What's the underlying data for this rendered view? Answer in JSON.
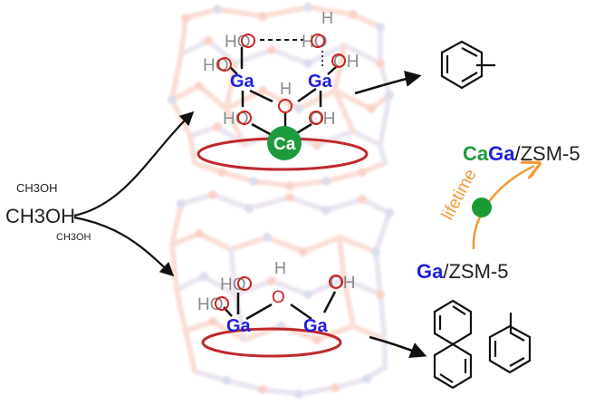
{
  "methanol": {
    "small_top": "CH3OH",
    "large": "CH3OH",
    "small_bottom": "CH3OH"
  },
  "top_cluster": {
    "ga_left": "Ga",
    "ga_right": "Ga",
    "ca": "Ca",
    "h_top_right": "H",
    "h_bridge": "H",
    "ho_top_left": "HO",
    "ho_top_right": "HO",
    "ho_left": "HO",
    "oh_right": "OH",
    "ho_bottom_left": "HO",
    "oh_bottom_right": "OH",
    "o_bridge": "O"
  },
  "bottom_cluster": {
    "ga_left": "Ga",
    "ga_right": "Ga",
    "h_bridge": "H",
    "o_bridge": "O",
    "ho_left_top": "HO",
    "ho_left": "HO",
    "oh_right": "OH"
  },
  "catalyst_labels": {
    "caga_ca": "Ca",
    "caga_ga": "Ga",
    "caga_suffix": "/ZSM-5",
    "ga_ga": "Ga",
    "ga_suffix": "/ZSM-5"
  },
  "lifetime_label": "lifetime",
  "colors": {
    "oxygen_red": "#d0201f",
    "gallium_blue": "#1f1fe0",
    "calcium_green": "#1e9a3c",
    "lifetime_orange": "#f39a3a",
    "ring_red": "#c0282c",
    "hydroxyl_grey": "#8a8a8a"
  }
}
